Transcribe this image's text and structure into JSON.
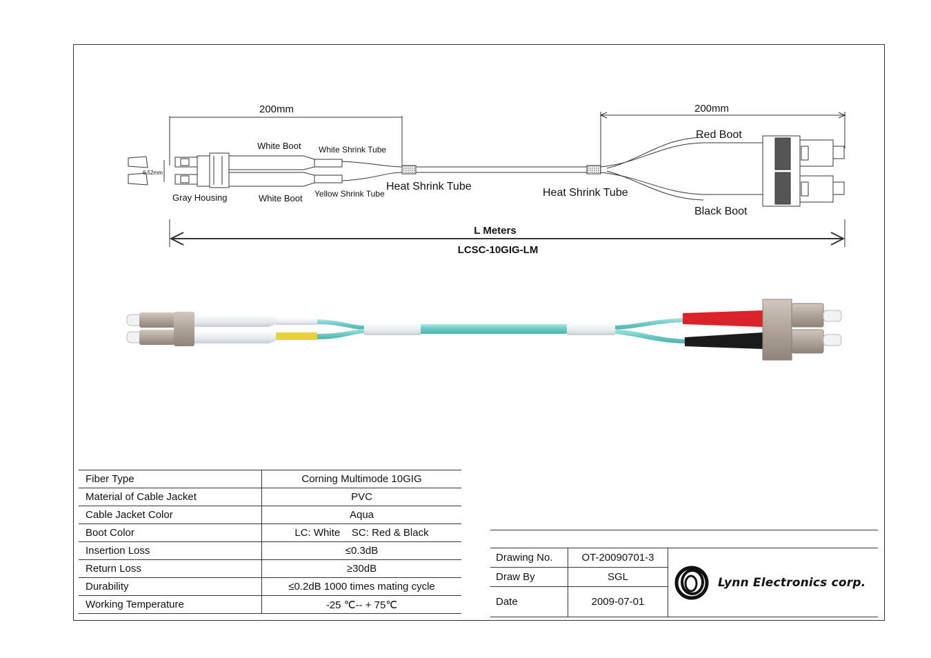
{
  "drawing": {
    "dim_left": "200mm",
    "dim_right": "200mm",
    "pitch": "6.52mm",
    "labels": {
      "white_boot_top": "White Boot",
      "white_shrink_tube": "White Shrink Tube",
      "gray_housing": "Gray Housing",
      "white_boot_bottom": "White Boot",
      "yellow_shrink_tube": "Yellow Shrink Tube",
      "heat_shrink_left": "Heat Shrink Tube",
      "heat_shrink_right": "Heat Shrink Tube",
      "red_boot": "Red Boot",
      "black_boot": "Black Boot"
    },
    "length_label": "L Meters",
    "part_number": "LCSC-10GIG-LM"
  },
  "specs": [
    {
      "key": "Fiber Type",
      "value": "Corning Multimode 10GIG"
    },
    {
      "key": "Material of Cable Jacket",
      "value": "PVC"
    },
    {
      "key": "Cable Jacket Color",
      "value": "Aqua"
    },
    {
      "key": "Boot Color",
      "value": "LC: White    SC: Red & Black"
    },
    {
      "key": "Insertion Loss",
      "value": "≤0.3dB"
    },
    {
      "key": "Return Loss",
      "value": "≥30dB"
    },
    {
      "key": "Durability",
      "value": "≤0.2dB 1000 times mating cycle"
    },
    {
      "key": "Working Temperature",
      "value": "-25 ℃-- + 75℃"
    }
  ],
  "title_block": {
    "drawing_no_label": "Drawing No.",
    "drawing_no": "OT-20090701-3",
    "draw_by_label": "Draw By",
    "draw_by": "SGL",
    "date_label": "Date",
    "date": "2009-07-01",
    "company": "Lynn Electronics corp."
  },
  "colors": {
    "aqua": "#7fd3d0",
    "red_boot": "#d9222a",
    "black_boot": "#1b1b1b",
    "gray_housing": "#b3a79c",
    "yellow_tube": "#e8d23a"
  }
}
